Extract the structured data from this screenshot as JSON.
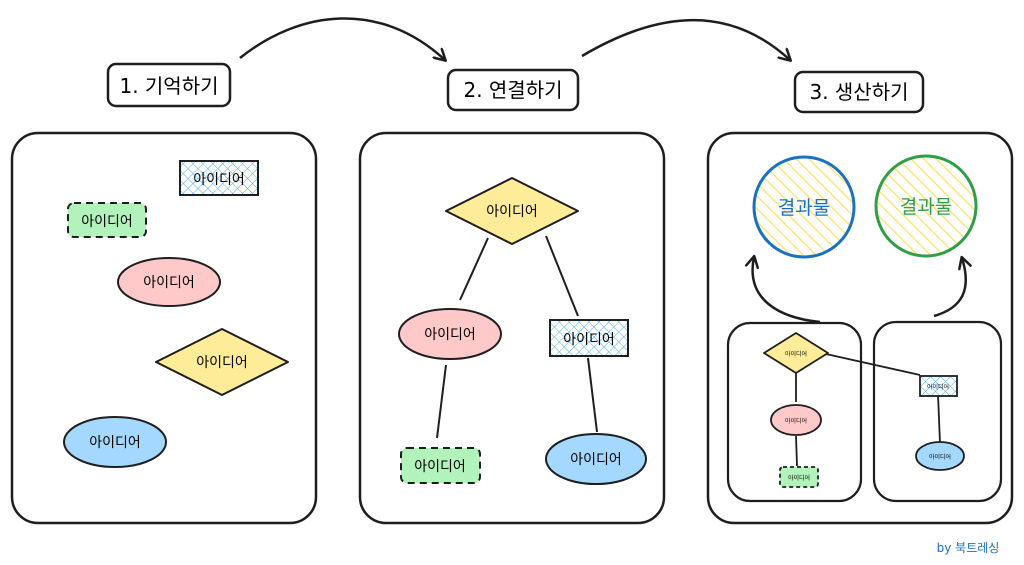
{
  "steps": [
    {
      "label": "1. 기억하기"
    },
    {
      "label": "2. 연결하기"
    },
    {
      "label": "3. 생산하기"
    }
  ],
  "panel1": {
    "idea_rect_hatch": "아이디어",
    "idea_rect_green": "아이디어",
    "idea_ellipse_pink": "아이디어",
    "idea_diamond_yellow": "아이디어",
    "idea_ellipse_blue": "아이디어"
  },
  "panel2": {
    "idea_diamond_yellow": "아이디어",
    "idea_ellipse_pink": "아이디어",
    "idea_rect_hatch": "아이디어",
    "idea_rect_green": "아이디어",
    "idea_ellipse_blue": "아이디어"
  },
  "panel3": {
    "result_blue": "결과물",
    "result_green": "결과물",
    "mini_diamond": "아이디어",
    "mini_ellipse_pink": "아이디어",
    "mini_rect_green": "아이디어",
    "mini_rect_hatch": "아이디어",
    "mini_ellipse_blue": "아이디어"
  },
  "credit": "by 북트레싱",
  "colors": {
    "stroke": "#1e1e1e",
    "yellow": "#ffec99",
    "pink": "#ffc9c9",
    "green": "#b2f2bb",
    "blue": "#a5d8ff",
    "hatch_blue": "#4dabf7",
    "result_blue": "#1971c2",
    "result_green": "#2f9e44",
    "hatch_yellow": "#ffe066",
    "credit": "#1971c2"
  }
}
